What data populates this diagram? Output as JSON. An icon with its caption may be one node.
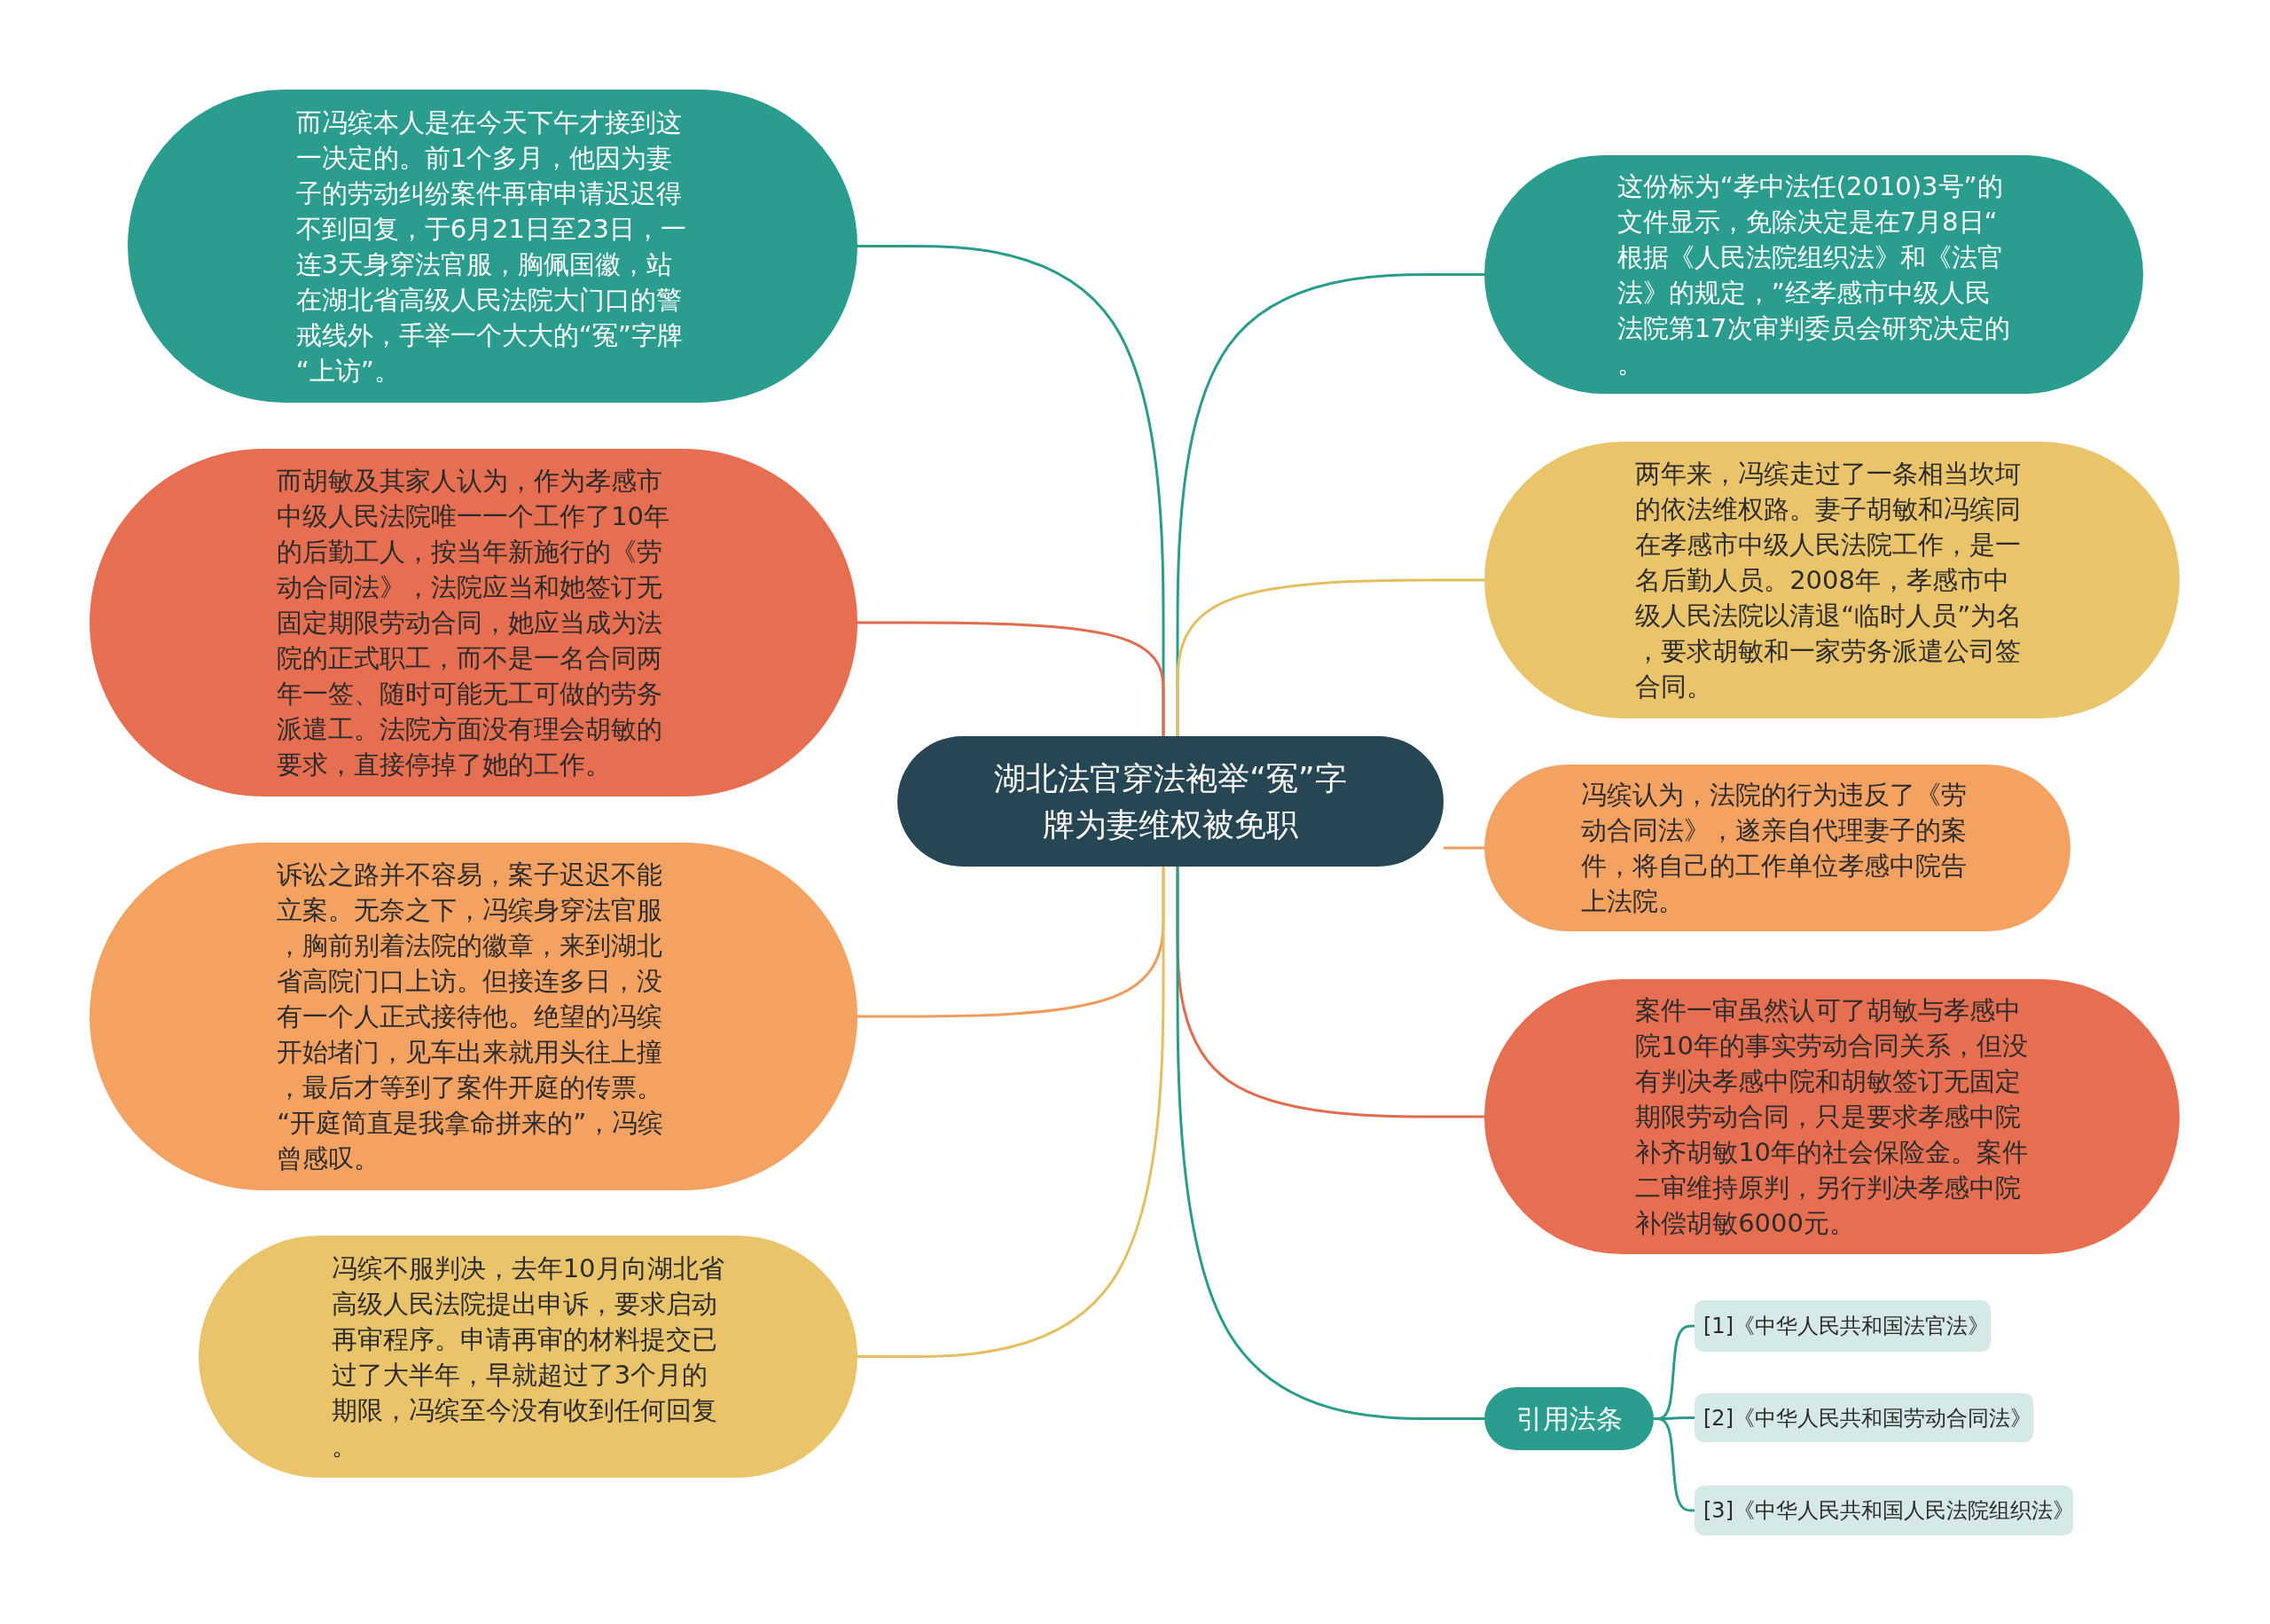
{
  "diagram": {
    "nodes": [
      {
        "text": [
          "湖北法官穿法袍举“冤”字牌为妻维权被免职"
        ]
      },
      {
        "text": [
          "而冯缤本人是在今天下午才接到这一决定的。前1个多月，他因为妻子的劳动纠纷案件再审申请迟迟得不到回复，于6月21日至23日，一连3天身穿法官服，胸佩国徽，站在湖北省高级人民法院大门口的警戒线外，手举一个大大的“冤”字牌“上访”。"
        ]
      },
      {
        "text": [
          "而胡敏及其家人认为，作为孝感市中级人民法院唯一一个工作了10年的后勤工人，按当年新施行的《劳动合同法》，法院应当和她签订无固定期限劳动合同，她应当成为法院的正式职工，而不是一名合同两年一签、随时可能无工可做的劳务派遣工。法院方面没有理会胡敏的要求，直接停掉了她的工作。"
        ]
      },
      {
        "text": [
          "诉讼之路并不容易，案子迟迟不能立案。无奈之下，冯缤身穿法官服，胸前别着法院的徽章，来到湖北省高院门口上访。但接连多日，没有一个人正式接待他。绝望的冯缤开始堵门，见车出来就用头往上撞，最后才等到了案件开庭的传票。“开庭简直是我拿命拼来的”，冯缤曾感叹。"
        ]
      },
      {
        "text": [
          "冯缤不服判决，去年10月向湖北省高级人民法院提出申诉，要求启动再审程序。申请再审的材料提交已过了大半年，早就超过了3个月的期限，冯缤至今没有收到任何回复。"
        ]
      },
      {
        "text": [
          "这份标为“孝中法任(2010)3号”的文件显示，免除决定是在7月8日“根据《人民法院组织法》和《法官法》的规定，”经孝感市中级人民法院第17次审判委员会研究决定的。"
        ]
      },
      {
        "text": [
          "两年来，冯缤走过了一条相当坎坷的依法维权路。妻子胡敏和冯缤同在孝感市中级人民法院工作，是一名后勤人员。2008年，孝感市中级人民法院以清退“临时人员”为名，要求胡敏和一家劳务派遣公司签合同。"
        ]
      },
      {
        "text": [
          "冯缤认为，法院的行为违反了《劳动合同法》，遂亲自代理妻子的案件，将自己的工作单位孝感中院告上法院。"
        ]
      },
      {
        "text": [
          "案件一审虽然认可了胡敏与孝感中院10年的事实劳动合同关系，但没有判决孝感中院和胡敏签订无固定期限劳动合同，只是要求孝感中院补齐胡敏10年的社会保险金。案件二审维持原判，另行判决孝感中院补偿胡敏6000元。"
        ]
      },
      {
        "text": [
          "引用法条"
        ]
      },
      {
        "text": [
          "[1]《中华人民共和国法官法》"
        ]
      },
      {
        "text": [
          "[2]《中华人民共和国劳动合同法》"
        ]
      },
      {
        "text": [
          "[3]《中华人民共和国人民法院组织法》"
        ]
      }
    ],
    "edges": [
      {
        "from": 0,
        "to": 1,
        "arrow": "none"
      },
      {
        "from": 0,
        "to": 2,
        "arrow": "none",
        "color": "#e06c4e"
      },
      {
        "from": 0,
        "to": 3,
        "arrow": "none",
        "color": "#ef9c5c"
      },
      {
        "from": 0,
        "to": 4,
        "arrow": "none",
        "color": "#e3bf62"
      },
      {
        "from": 0,
        "to": 5,
        "arrow": "none"
      },
      {
        "from": 0,
        "to": 6,
        "arrow": "none",
        "color": "#e3bf62"
      },
      {
        "from": 0,
        "to": 7,
        "arrow": "none",
        "color": "#ef9c5c"
      },
      {
        "from": 0,
        "to": 8,
        "arrow": "none",
        "color": "#e06c4e"
      },
      {
        "from": 0,
        "to": 9,
        "arrow": "none"
      },
      {
        "from": 9,
        "to": 10,
        "arrow": "none"
      },
      {
        "from": 9,
        "to": 11,
        "arrow": "none"
      },
      {
        "from": 9,
        "to": 12,
        "arrow": "none"
      }
    ]
  }
}
